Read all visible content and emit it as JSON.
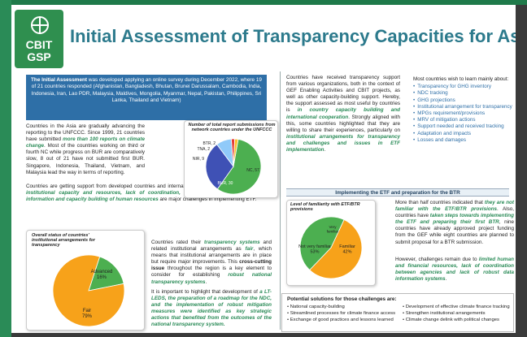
{
  "header": {
    "logo_line1": "CBIT",
    "logo_line2": "GSP",
    "title": "Initial Assessment of Transparency Capacities for Asia"
  },
  "intro": {
    "lead_bold": "The Initial Assessment",
    "text": " was developed applying an online survey during December 2022, where 19 of 21 countries responded (Afghanistan, Bangladesh, Bhutan, Brunei Darussalam, Cambodia, India, Indonesia, Iran, Lao PDR, Malaysia, Maldives, Mongolia, Myanmar, Nepal, Pakistan, Philippines, Sri Lanka, Thailand and Vietnam)"
  },
  "left": {
    "p1_a": "Countries in the Asia are gradually advancing the reporting to the UNFCCC. Since 1999, 21 countries have submitted ",
    "p1_hl": "more than 100 reports on climate change",
    "p1_b": ". Most of the countries working on third or fourth NC while progress on BUR are comparatively slow, 8 out of 21 have not submitted first BUR. Singapore, Indonesia, Thailand, Vietnam, and Malaysia lead the way in terms of reporting.",
    "p2_a": "Countries are getting support from developed countries and international agencies. However, a ",
    "p2_hl": "limited institutional capacity and resources, lack of coordination, technical capacity and finance, information and capacity building of human resources",
    "p2_b": " are major challenges in implementing ETF.",
    "p3_a": "Countries rated their ",
    "p3_hl1": "transparency systems",
    "p3_b": " and related institutional arrangements as ",
    "p3_hl2": "fair",
    "p3_c": ", which means that institutional arrangements are in place but require major improvements. This ",
    "p3_bold": "cross-cutting issue",
    "p3_d": " throughout the region is a key element to consider for establishing ",
    "p3_hl3": "robust national transparency systems",
    "p3_e": ".",
    "p4_a": "It is important to highlight that development of ",
    "p4_hl": "a LT-LEDS, the preparation of a roadmap for the NDC, and the implementation of robust mitigation measures were identified as key strategic actions that benefited from the outcomes of the national transparency system."
  },
  "right": {
    "p5_a": "Countries have received transparency support from various organizations, both in the context of GEF Enabling Activities and CBIT projects, as well as other capacity-building support. Hereby, the support assessed as most useful by countries is ",
    "p5_hl1": "in country capacity building and international cooperation",
    "p5_b": ". Strongly aligned with this, some countries highlighted that they are willing to share their experiences, particularly on ",
    "p5_hl2": "institutional arrangements for transparency and challenges and issues in ETF implementation",
    "p5_c": ".",
    "learn_title": "Most countries wish to learn mainly about:",
    "learn_items": [
      "Transparency for GHG inventory",
      "NDC tracking",
      "GHG projections",
      "Institutional arrangement for transparency",
      "MPGs requirement/provisions",
      "MRV of mitigation actions",
      "Support needed and received tracking",
      "Adaptation and impacts",
      "Losses and damages"
    ],
    "bar_title": "Implementing the ETF and preparation for the BTR",
    "p6_a": "More than half countries indicated that ",
    "p6_hl1": "they are not familiar with the ETF/BTR provisions",
    "p6_b": ". Also, countries have ",
    "p6_hl2": "taken steps towards implementing the ETF and preparing their first BTR",
    "p6_c": ", nine countries have already approved project funding from the GEF while eight countries are planned to submit proposal for a BTR submission.",
    "p7_a": "However, challenges remain due to ",
    "p7_hl": "limited human and financial resources, lack of coordination between agencies and lack of robust data information systems",
    "p7_b": ".",
    "solutions_title": "Potential solutions for those challenges are:",
    "solutions_left": [
      "National capacity-building",
      "Streamlined processes for climate finance access",
      "Exchange of good practices and lessons learned"
    ],
    "solutions_right": [
      "Development of effective climate finance tracking",
      "Strengthen institutional arrangements",
      "Climate change delink with political changes"
    ]
  },
  "chart_data": [
    {
      "type": "pie",
      "title": "Number of total report submissions from network countries under the UNFCCC",
      "categories": [
        "NC",
        "BUR",
        "NIR",
        "TNA",
        "BTR"
      ],
      "values": [
        57,
        30,
        9,
        2,
        2
      ],
      "labels": [
        "NC, 57",
        "BUR, 30",
        "NIR, 9",
        "TNA, 2",
        "BTR, 2"
      ],
      "colors": [
        "#4caf50",
        "#3f51b5",
        "#90caf9",
        "#e53935",
        "#fbc02d"
      ]
    },
    {
      "type": "pie",
      "title": "Overall status of countries' institutional arrangements for transparency",
      "categories": [
        "Advanced",
        "Fair"
      ],
      "values": [
        16,
        79
      ],
      "labels": [
        "Advanced\n16%",
        "Fair\n79%"
      ],
      "colors": [
        "#4caf50",
        "#f7a21a"
      ]
    },
    {
      "type": "pie",
      "title": "Level of familiarity with ETF/BTR provisions",
      "categories": [
        "Not very familiar",
        "Familiar"
      ],
      "values": [
        53,
        43
      ],
      "labels": [
        "Not very familiar\n53%",
        "Familiar\n42%"
      ],
      "colors": [
        "#f7a21a",
        "#4caf50"
      ],
      "small_label": "Very familiar"
    }
  ]
}
